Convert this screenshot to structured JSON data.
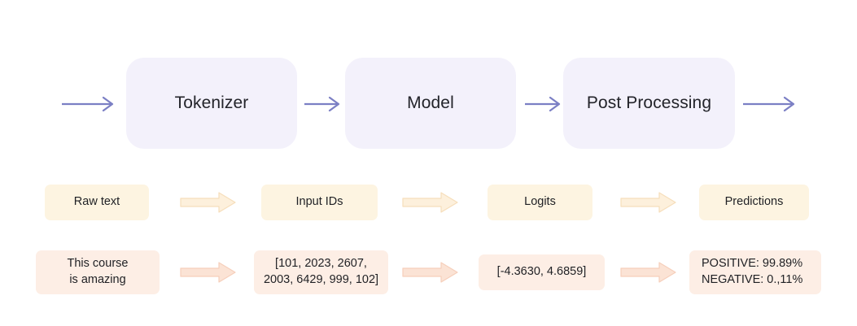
{
  "diagram": {
    "title": "NLP pipeline: Tokenizer, Model, Post Processing",
    "colors": {
      "background": "#ffffff",
      "stage_box_fill": "#f3f1fb",
      "line_arrow": "#7b7fc4",
      "label_box_fill": "#fdf4e1",
      "label_arrow_fill": "#fdf0dc",
      "label_arrow_stroke": "#f6debb",
      "value_box_fill": "#fdeee5",
      "value_arrow_fill": "#fbe3d5",
      "value_arrow_stroke": "#f6cfbb",
      "text": "#1f2024"
    }
  },
  "pipeline": {
    "stages": [
      {
        "label": "Tokenizer"
      },
      {
        "label": "Model"
      },
      {
        "label": "Post Processing"
      }
    ]
  },
  "labels": [
    {
      "text": "Raw text"
    },
    {
      "text": "Input IDs"
    },
    {
      "text": "Logits"
    },
    {
      "text": "Predictions"
    }
  ],
  "values": [
    {
      "text": "This course\nis amazing"
    },
    {
      "text": "[101, 2023, 2607,\n2003, 6429, 999, 102]"
    },
    {
      "text": "[-4.3630, 4.6859]"
    },
    {
      "text": "POSITIVE: 99.89%\nNEGATIVE: 0.,11%"
    }
  ],
  "arrows": {
    "line_arrow_name": "arrow-right",
    "block_arrow_name": "block-arrow-right",
    "line_arrow_count": 4,
    "label_arrow_count": 3,
    "value_arrow_count": 3
  }
}
